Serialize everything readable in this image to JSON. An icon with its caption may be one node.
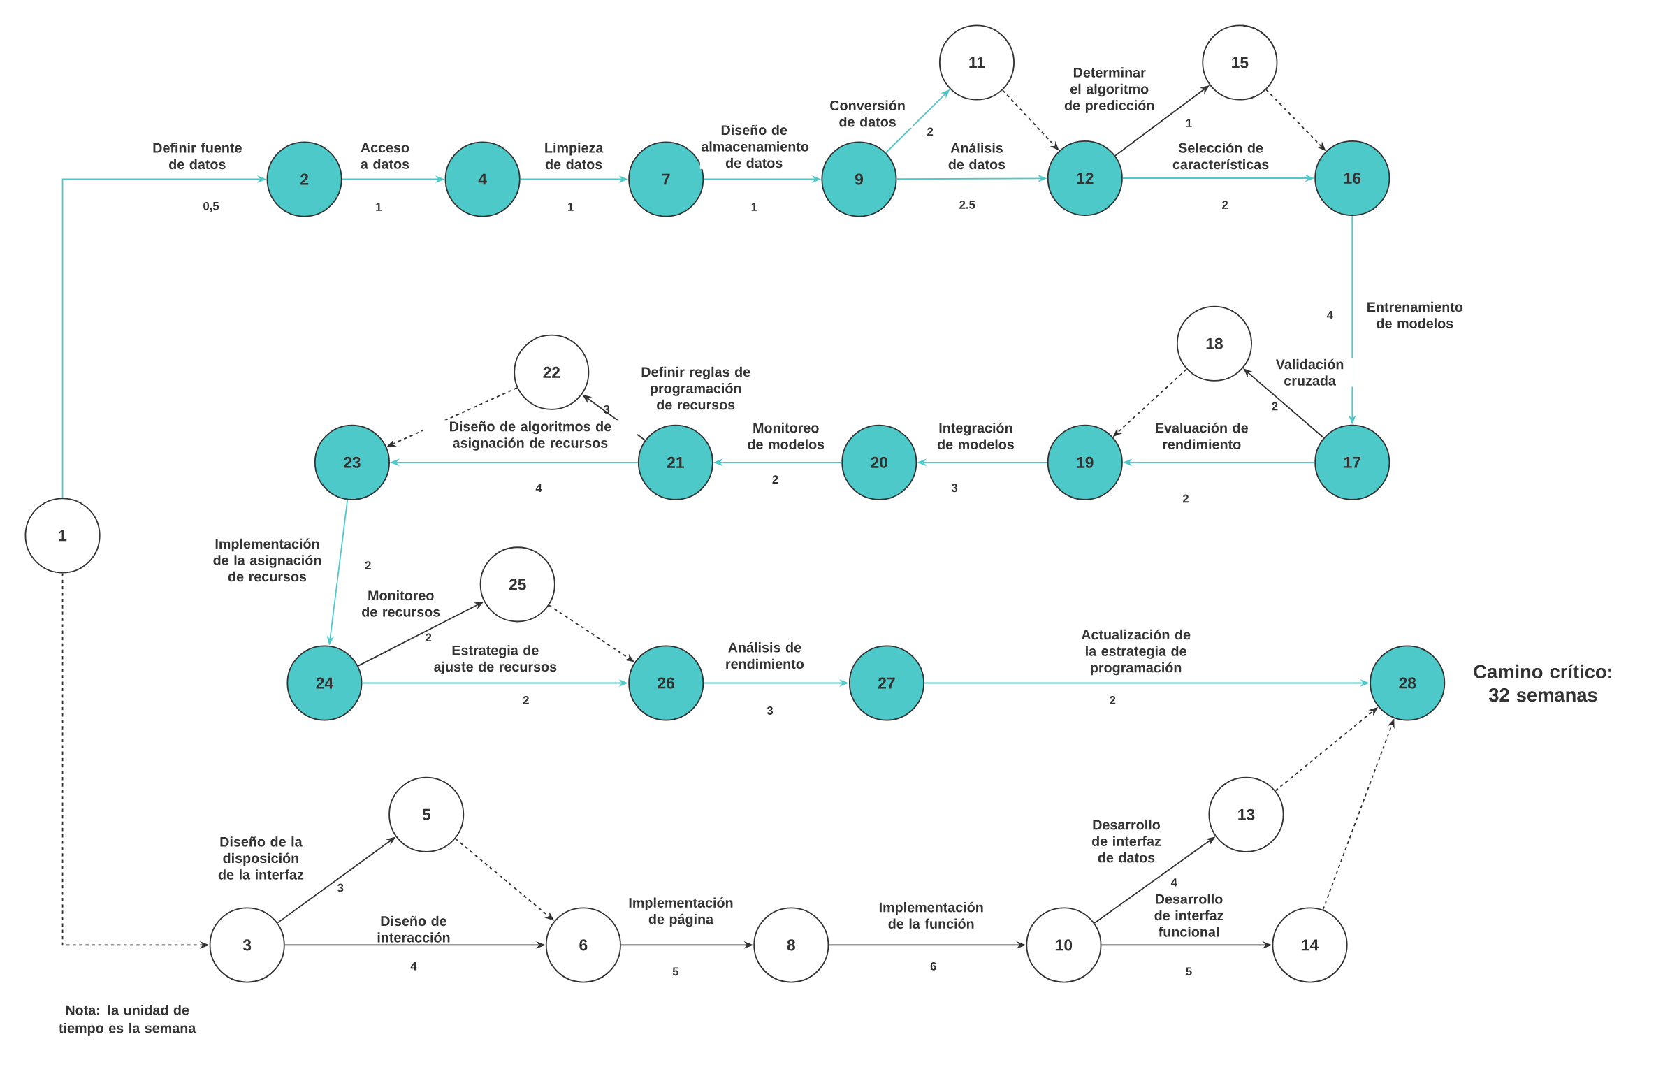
{
  "diagram": {
    "nodes": [
      {
        "text": [
          "1"
        ]
      },
      {
        "text": [
          "2"
        ]
      },
      {
        "text": [
          "3"
        ]
      },
      {
        "text": [
          "4"
        ]
      },
      {
        "text": [
          "5"
        ]
      },
      {
        "text": [
          "6"
        ]
      },
      {
        "text": [
          "7"
        ]
      },
      {
        "text": [
          "8"
        ]
      },
      {
        "text": [
          "9"
        ]
      },
      {
        "text": [
          "10"
        ]
      },
      {
        "text": [
          "11"
        ]
      },
      {
        "text": [
          "12"
        ]
      },
      {
        "text": [
          "13"
        ]
      },
      {
        "text": [
          "14"
        ]
      },
      {
        "text": [
          "15"
        ]
      },
      {
        "text": [
          "16"
        ]
      },
      {
        "text": [
          "17"
        ]
      },
      {
        "text": [
          "18"
        ]
      },
      {
        "text": [
          "19"
        ]
      },
      {
        "text": [
          "20"
        ]
      },
      {
        "text": [
          "21"
        ]
      },
      {
        "text": [
          "22"
        ]
      },
      {
        "text": [
          "23"
        ]
      },
      {
        "text": [
          "24"
        ]
      },
      {
        "text": [
          "25"
        ]
      },
      {
        "text": [
          "26"
        ]
      },
      {
        "text": [
          "27"
        ]
      },
      {
        "text": [
          "28"
        ],
        "beside": [
          "Camino crítico: 32 semanas"
        ]
      }
    ],
    "edges": [
      {
        "from": 0,
        "to": 1,
        "arrow": "to",
        "label": "Definir fuente de datos",
        "color": "#4ec9c9"
      },
      {
        "from": 1,
        "to": 3,
        "arrow": "to",
        "label": "Acceso a datos",
        "color": "#4ec9c9"
      },
      {
        "from": 3,
        "to": 6,
        "arrow": "to",
        "label": "Limpieza de datos",
        "color": "#4ec9c9"
      },
      {
        "from": 6,
        "to": 8,
        "arrow": "to",
        "label": "Diseño de almacenamiento de datos",
        "color": "#4ec9c9"
      },
      {
        "from": 8,
        "to": 10,
        "arrow": "to",
        "label": "Conversión de datos",
        "color": "#4ec9c9"
      },
      {
        "from": 8,
        "to": 11,
        "arrow": "to",
        "label": "Análisis de datos",
        "color": "#4ec9c9"
      },
      {
        "from": 10,
        "to": 11,
        "arrow": "to",
        "style": "dashed"
      },
      {
        "from": 11,
        "to": 14,
        "arrow": "to",
        "label": "Determinar el algoritmo de predicción"
      },
      {
        "from": 11,
        "to": 15,
        "arrow": "to",
        "label": "Selección de características",
        "color": "#4ec9c9"
      },
      {
        "from": 14,
        "to": 15,
        "arrow": "to",
        "style": "dashed"
      },
      {
        "from": 15,
        "to": 16,
        "arrow": "to",
        "label": "Entrenamiento de modelos",
        "color": "#4ec9c9"
      },
      {
        "from": 16,
        "to": 17,
        "arrow": "to",
        "label": "Validación cruzada"
      },
      {
        "from": 16,
        "to": 18,
        "arrow": "to",
        "label": "Evaluación de rendimiento",
        "color": "#4ec9c9"
      },
      {
        "from": 17,
        "to": 18,
        "arrow": "to",
        "style": "dashed"
      },
      {
        "from": 18,
        "to": 19,
        "arrow": "to",
        "label": "Integración de modelos",
        "color": "#4ec9c9"
      },
      {
        "from": 19,
        "to": 20,
        "arrow": "to",
        "label": "Monitoreo de modelos",
        "color": "#4ec9c9"
      },
      {
        "from": 20,
        "to": 21,
        "arrow": "to",
        "label": "Definir reglas de programación de recursos"
      },
      {
        "from": 20,
        "to": 22,
        "arrow": "to",
        "label": "Diseño de algoritmos de asignación de recursos",
        "color": "#4ec9c9"
      },
      {
        "from": 21,
        "to": 22,
        "arrow": "to",
        "style": "dashed"
      },
      {
        "from": 22,
        "to": 23,
        "arrow": "to",
        "label": "Implementación de la asignación de recursos",
        "color": "#4ec9c9"
      },
      {
        "from": 23,
        "to": 24,
        "arrow": "to",
        "label": "Monitoreo de recursos"
      },
      {
        "from": 23,
        "to": 25,
        "arrow": "to",
        "label": "Estrategia de ajuste de recursos",
        "color": "#4ec9c9"
      },
      {
        "from": 24,
        "to": 25,
        "arrow": "to",
        "style": "dashed"
      },
      {
        "from": 25,
        "to": 26,
        "arrow": "to",
        "label": "Análisis de rendimiento",
        "color": "#4ec9c9"
      },
      {
        "from": 26,
        "to": 27,
        "arrow": "to",
        "label": "Actualización de la estrategia de programación",
        "color": "#4ec9c9"
      },
      {
        "from": 0,
        "to": 2,
        "arrow": "to",
        "style": "dashed"
      },
      {
        "from": 2,
        "to": 4,
        "arrow": "to",
        "label": "Diseño de la disposición de la interfaz"
      },
      {
        "from": 2,
        "to": 5,
        "arrow": "to",
        "label": "Diseño de interacción"
      },
      {
        "from": 4,
        "to": 5,
        "arrow": "to",
        "style": "dashed"
      },
      {
        "from": 5,
        "to": 7,
        "arrow": "to",
        "label": "Implementación de página"
      },
      {
        "from": 7,
        "to": 9,
        "arrow": "to",
        "label": "Implementación de la función"
      },
      {
        "from": 9,
        "to": 12,
        "arrow": "to",
        "label": "Desarrollo de interfaz de datos"
      },
      {
        "from": 9,
        "to": 13,
        "arrow": "to",
        "label": "Desarrollo de interfaz funcional"
      },
      {
        "from": 12,
        "to": 27,
        "arrow": "to",
        "style": "dashed"
      },
      {
        "from": 13,
        "to": 27,
        "arrow": "to",
        "style": "dashed"
      }
    ],
    "labels": [
      "0,5",
      "1",
      "1",
      "1",
      "2",
      "2.5",
      "1",
      "2",
      "4",
      "2",
      "2",
      "3",
      "2",
      "3",
      "4",
      "2",
      "2",
      "2",
      "3",
      "2",
      "3",
      "4",
      "5",
      "6",
      "4",
      "5",
      "Nota: la unidad de tiempo es la semana"
    ]
  }
}
